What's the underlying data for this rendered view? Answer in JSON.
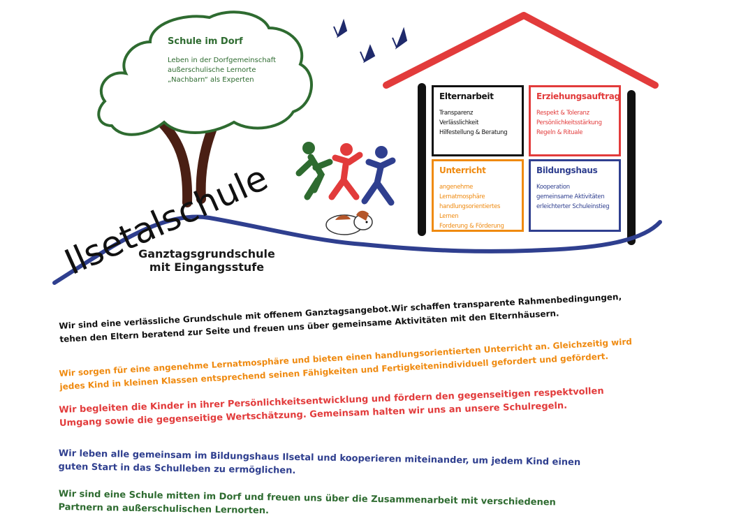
{
  "tree": {
    "title": "Schule im Dorf",
    "lines": [
      "Leben in der Dorfgemeinschaft",
      "außerschulische Lernorte",
      "„Nachbarn“ als Experten"
    ]
  },
  "school": {
    "name": "Ilsetalschule",
    "subtitle_line1": "Ganztagsgrundschule",
    "subtitle_line2": "mit Eingangsstufe"
  },
  "house": {
    "boxes": [
      {
        "title": "Elternarbeit",
        "color": "#111111",
        "lines": [
          "Transparenz",
          "Verlässlichkeit",
          "Hilfestellung & Beratung"
        ]
      },
      {
        "title": "Erziehungsauftrag",
        "color": "#e23b3b",
        "lines": [
          "Respekt & Toleranz",
          "Persönlichkeitsstärkung",
          "Regeln & Rituale"
        ]
      },
      {
        "title": "Unterricht",
        "color": "#ef8a10",
        "lines": [
          "angenehme Lernatmosphäre",
          "handlungsorientiertes Lernen",
          "Forderung & Förderung"
        ]
      },
      {
        "title": "Bildungshaus",
        "color": "#2f3f8f",
        "lines": [
          "Kooperation",
          "gemeinsame Aktivitäten",
          "erleichterter Schuleinstieg"
        ]
      }
    ]
  },
  "colors": {
    "roof": "#e23b3b",
    "wave": "#2f3f8f",
    "tree_green": "#2e6b30",
    "trunk": "#4a1f14",
    "black": "#111111",
    "orange": "#ef8a10",
    "red": "#e23b3b",
    "blue": "#2f3f8f",
    "green": "#2e6b30"
  },
  "paragraphs": [
    {
      "color": "#111111",
      "lines": [
        "Wir sind eine verlässliche Grundschule mit offenem Ganztagsangebot.Wir schaffen transparente Rahmenbedingungen,",
        "tehen den Eltern beratend zur Seite und freuen uns über gemeinsame Aktivitäten mit den Elternhäusern."
      ]
    },
    {
      "color": "#ef8a10",
      "lines": [
        "Wir sorgen für eine angenehme Lernatmosphäre und bieten einen handlungsorientierten Unterricht an. Gleichzeitig wird",
        "jedes Kind in kleinen Klassen entsprechend seinen Fähigkeiten und Fertigkeitenindividuell gefordert und gefördert."
      ]
    },
    {
      "color": "#e23b3b",
      "lines": [
        "Wir begleiten die Kinder in ihrer Persönlichkeitsentwicklung und fördern den gegenseitigen respektvollen",
        "Umgang sowie die gegenseitige Wertschätzung. Gemeinsam halten wir uns an unsere Schulregeln."
      ]
    },
    {
      "color": "#2f3f8f",
      "lines": [
        "Wir leben alle gemeinsam im Bildungshaus Ilsetal und kooperieren miteinander, um jedem Kind einen",
        "guten Start in das Schulleben zu ermöglichen."
      ]
    },
    {
      "color": "#2e6b30",
      "lines": [
        "Wir sind eine Schule mitten im Dorf und freuen uns über die Zusammenarbeit mit verschiedenen",
        "Partnern an außerschulischen Lernorten."
      ]
    }
  ]
}
